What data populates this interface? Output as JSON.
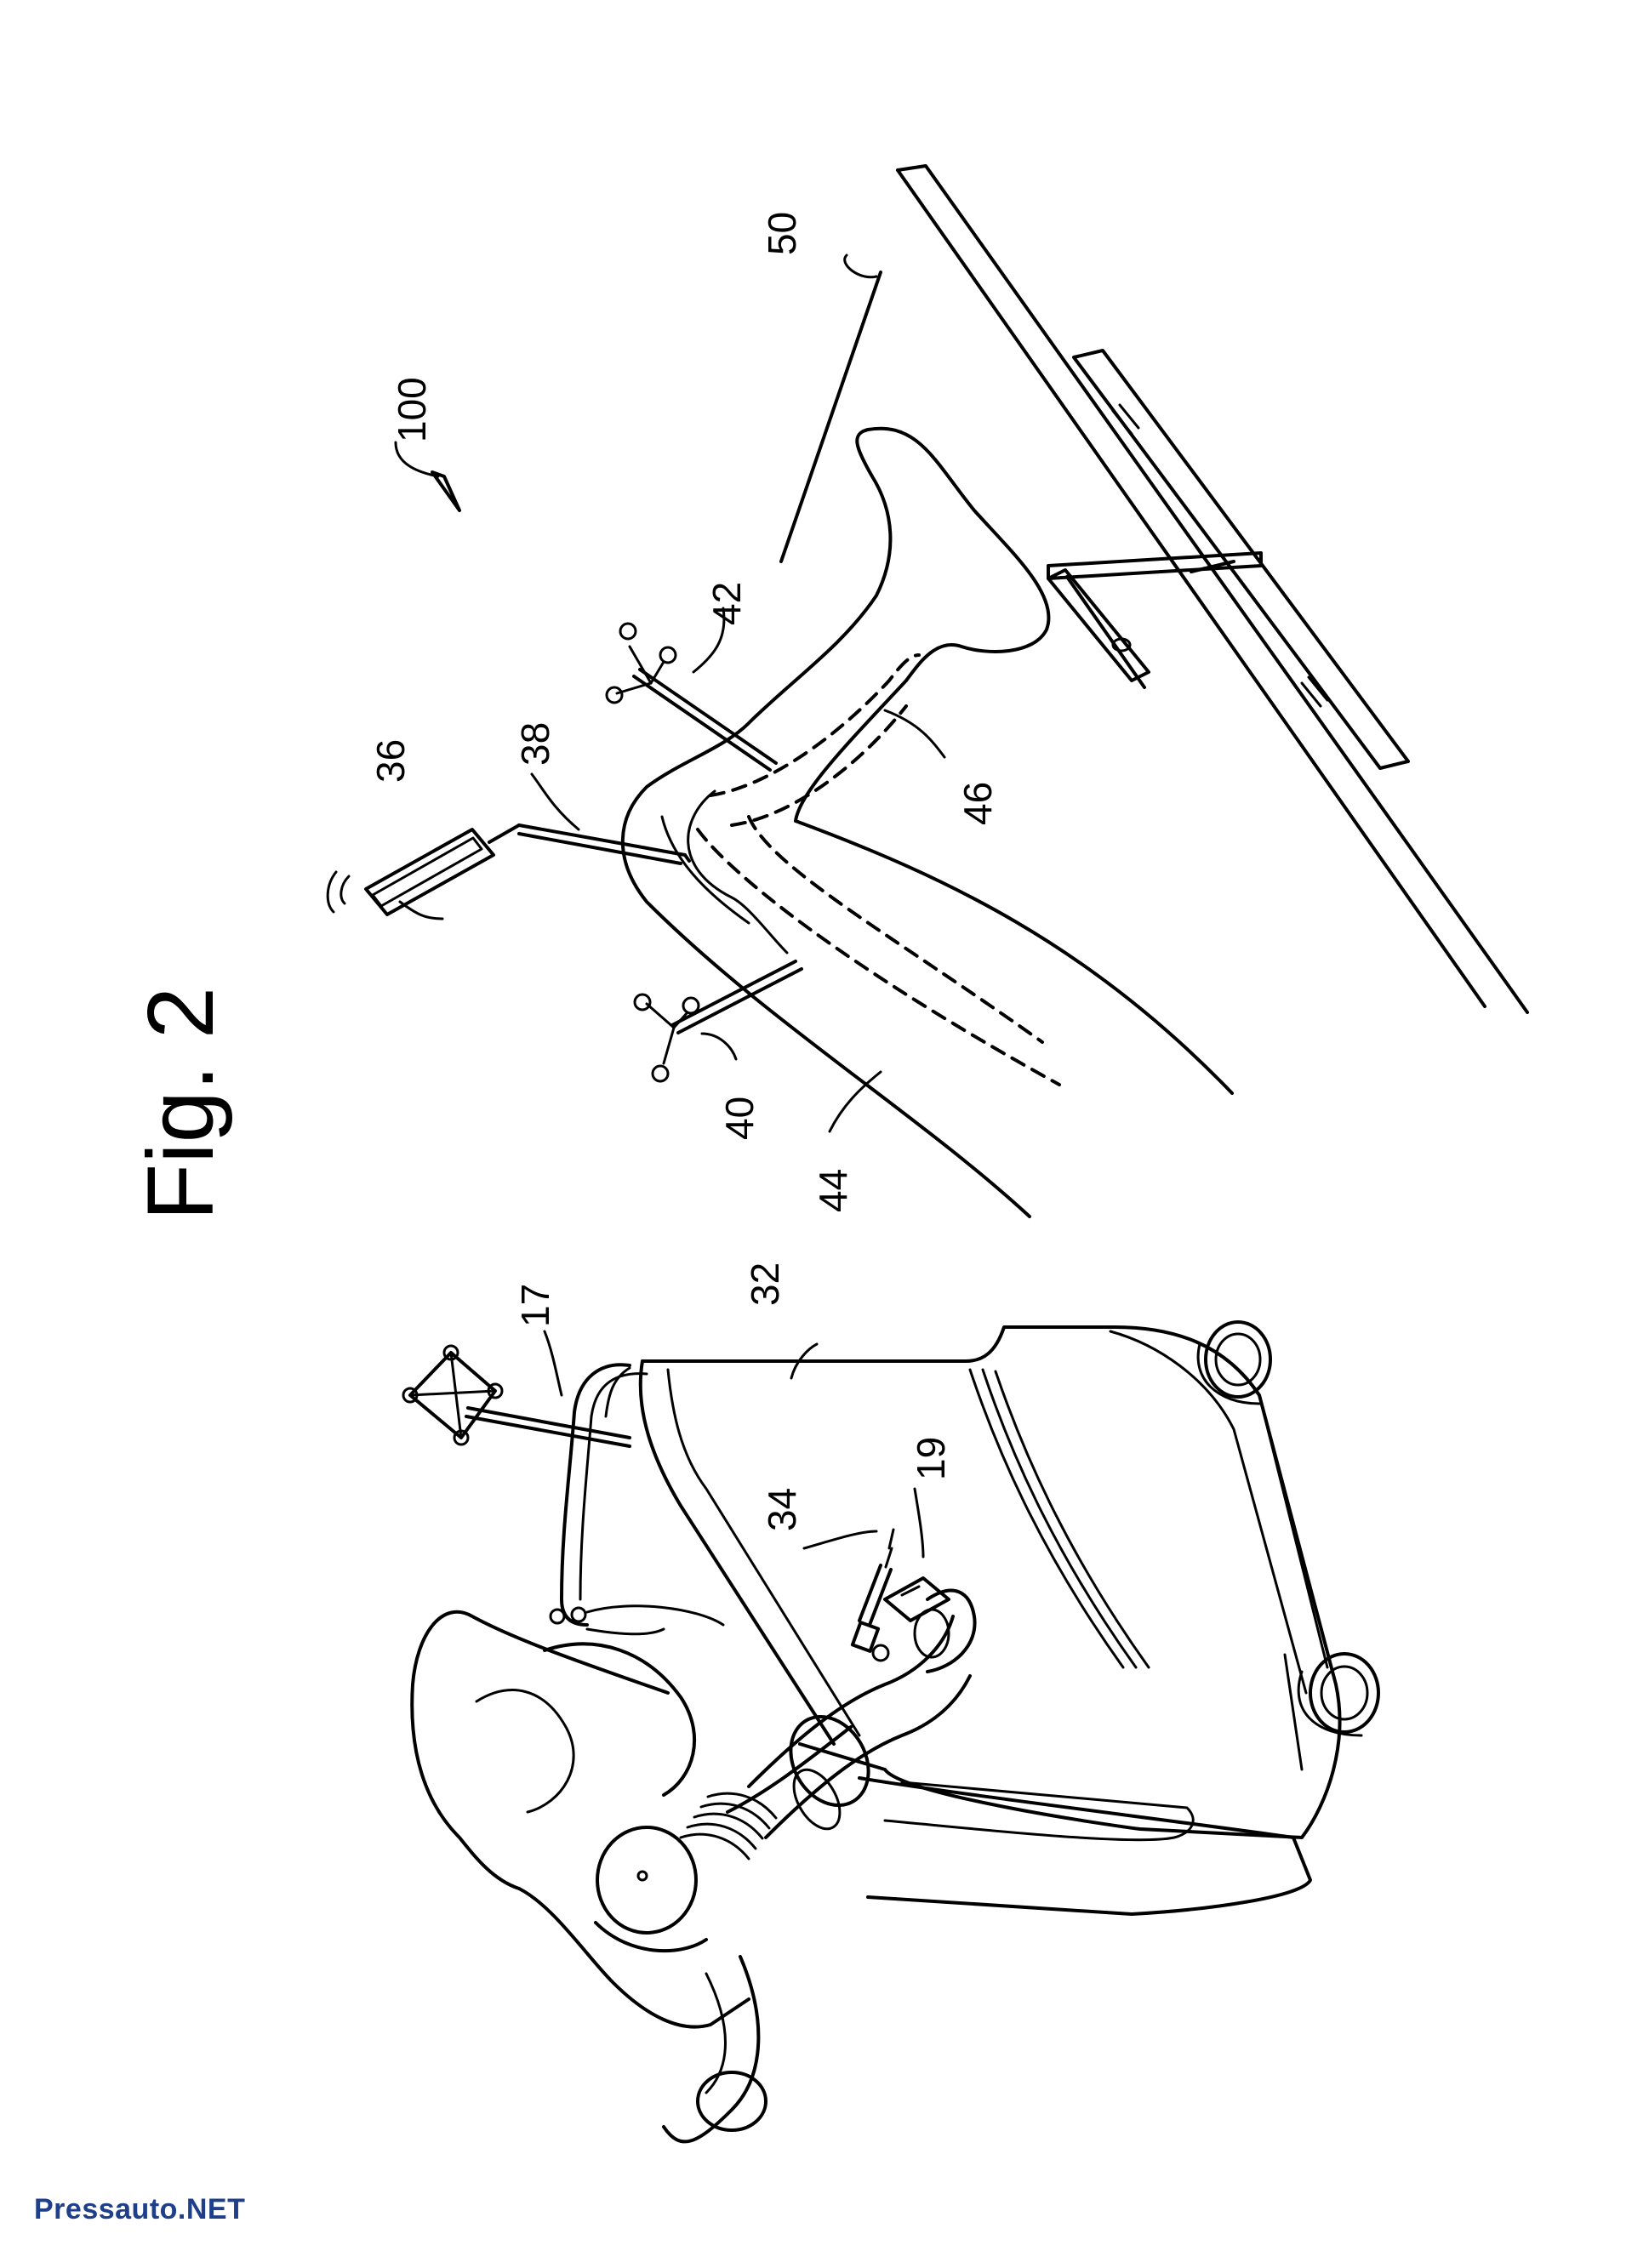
{
  "figure": {
    "title": "Fig. 2",
    "refs": {
      "r100": "100",
      "r50": "50",
      "r42": "42",
      "r36": "36",
      "r38": "38",
      "r46": "46",
      "r40": "40",
      "r44": "44",
      "r32": "32",
      "r17": "17",
      "r34": "34",
      "r19": "19"
    }
  },
  "watermark": "Pressauto.NET",
  "colors": {
    "line": "#000000",
    "background": "#ffffff",
    "watermark": "#1f3f8a"
  }
}
